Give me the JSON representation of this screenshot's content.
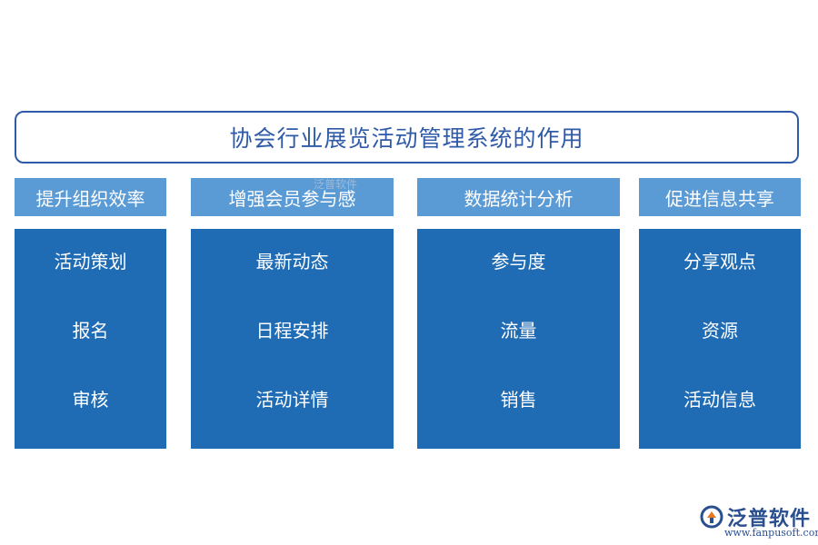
{
  "title": "协会行业展览活动管理系统的作用",
  "columns": [
    {
      "header": "提升组织效率",
      "items": [
        "活动策划",
        "报名",
        "审核"
      ]
    },
    {
      "header": "增强会员参与感",
      "items": [
        "最新动态",
        "日程安排",
        "活动详情"
      ]
    },
    {
      "header": "数据统计分析",
      "items": [
        "参与度",
        "流量",
        "销售"
      ]
    },
    {
      "header": "促进信息共享",
      "items": [
        "分享观点",
        "资源",
        "活动信息"
      ]
    }
  ],
  "watermark": "泛普软件",
  "logo": {
    "name": "泛普软件",
    "url": "www.fanpusoft.com"
  },
  "colors": {
    "title": "#2f5aa8",
    "header_bg": "#5b9bd5",
    "body_bg": "#1f6cb5",
    "text": "#ffffff"
  }
}
